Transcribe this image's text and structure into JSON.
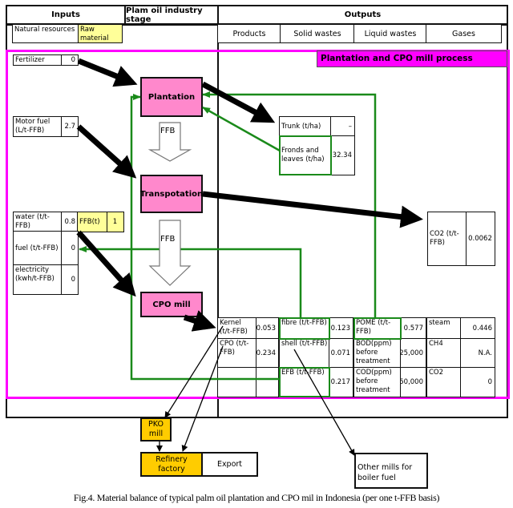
{
  "header": {
    "inputs": "Inputs",
    "stage": "Plam oil industry stage",
    "outputs": "Outputs"
  },
  "subheaders": {
    "natural_resources": "Natural resources",
    "raw_material": "Raw material",
    "products": "Products",
    "solid_wastes": "Solid wastes",
    "liquid_wastes": "Liquid wastes",
    "gases": "Gases"
  },
  "region_label": "Plantation and CPO mill process",
  "colors": {
    "region": "#ff00ff",
    "stage_fill": "#ff88cc",
    "raw_material_fill": "#ffff99",
    "downstream_fill": "#ffcc00",
    "recycle_line": "#1a8a1a"
  },
  "inputs": {
    "fertilizer": {
      "label": "Fertilizer",
      "value": "0"
    },
    "motor_fuel": {
      "label": "Motor fuel (L/t-FFB)",
      "value": "2.7"
    },
    "water": {
      "label": "water (t/t-FFB)",
      "value": "0.8"
    },
    "ffb": {
      "label": "FFB(t)",
      "value": "1"
    },
    "fuel": {
      "label": "fuel (t/t-FFB)",
      "value": "0"
    },
    "electricity": {
      "label": "electricity (kwh/t-FFB)",
      "value": "0"
    }
  },
  "stages": {
    "plantation": "Plantation",
    "transportation": "Transpotation",
    "cpo_mill": "CPO mill",
    "ffb_arrow_1": "FFB",
    "ffb_arrow_2": "FFB"
  },
  "plantation_outputs": {
    "trunk": {
      "label": "Trunk (t/ha)",
      "value": "–"
    },
    "fronds": {
      "label": "Fronds and leaves (t/ha)",
      "value": "32.34"
    }
  },
  "transport_outputs": {
    "co2": {
      "label": "CO2 (t/t-FFB)",
      "value": "0.0062"
    }
  },
  "mill_outputs": {
    "products": [
      {
        "label": "Kernel (t/t-FFB)",
        "value": "0.053"
      },
      {
        "label": "CPO (t/t-FFB)",
        "value": "0.234"
      }
    ],
    "solid": [
      {
        "label": "fibre (t/t-FFB)",
        "value": "0.123"
      },
      {
        "label": "shell (t/t-FFB)",
        "value": "0.071"
      },
      {
        "label": "EFB (t/t-FFB)",
        "value": "0.217"
      }
    ],
    "liquid": [
      {
        "label": "POME (t/t-FFB)",
        "value": "0.577"
      },
      {
        "label": "BOD(ppm) before treatment",
        "value": "25,000"
      },
      {
        "label": "COD(ppm) before treatment",
        "value": "50,000"
      }
    ],
    "gases": [
      {
        "label": "steam",
        "value": "0.446"
      },
      {
        "label": "CH4",
        "value": "N.A."
      },
      {
        "label": "CO2",
        "value": "0"
      }
    ]
  },
  "downstream": {
    "pko_mill": "PKO mill",
    "refinery": "Refinery factory",
    "export": "Export",
    "other_mills": "Other mills for boiler fuel"
  },
  "caption": "Fig.4. Material balance of typical palm oil plantation and CPO mil in Indonesia (per one t-FFB basis)"
}
